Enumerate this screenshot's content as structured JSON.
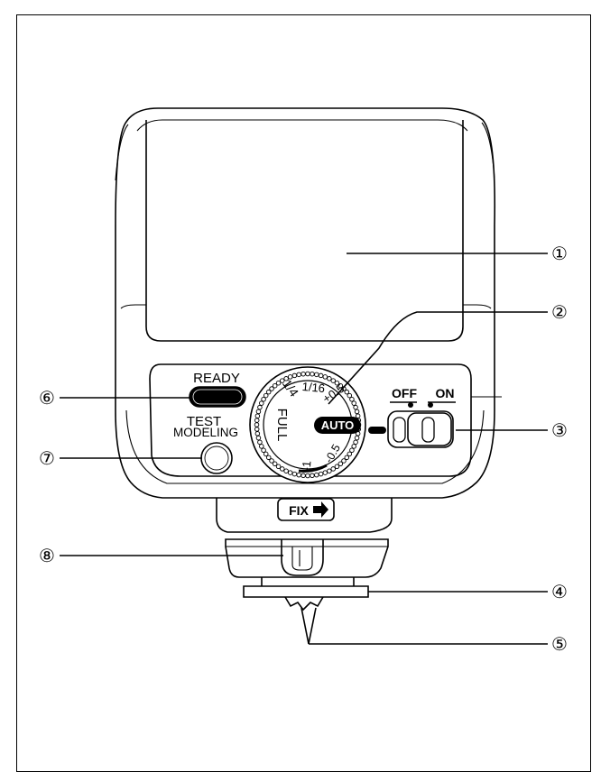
{
  "callouts": [
    {
      "id": "1",
      "symbol": "①"
    },
    {
      "id": "2",
      "symbol": "②"
    },
    {
      "id": "3",
      "symbol": "③"
    },
    {
      "id": "4",
      "symbol": "④"
    },
    {
      "id": "5",
      "symbol": "⑤"
    },
    {
      "id": "6",
      "symbol": "⑥"
    },
    {
      "id": "7",
      "symbol": "⑦"
    },
    {
      "id": "8",
      "symbol": "⑧"
    }
  ],
  "labels": {
    "ready": "READY",
    "test": "TEST",
    "modeling": "MODELING",
    "off": "OFF",
    "on": "ON",
    "fix": "FIX"
  },
  "dial": {
    "full": "FULL",
    "quarter": "1/4",
    "sixteenth": "1/16",
    "plus_half": "+0.5",
    "auto": "AUTO",
    "minus_half": "-0.5",
    "minus_one": "-1"
  }
}
